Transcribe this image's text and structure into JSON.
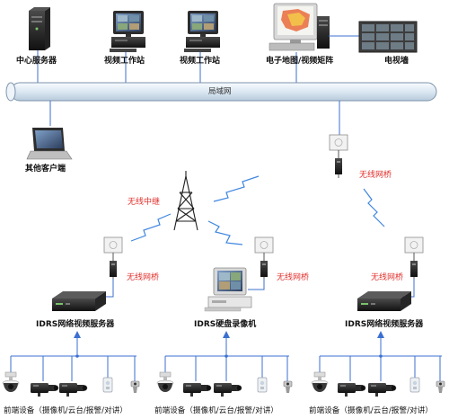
{
  "labels": {
    "center_server": "中心服务器",
    "video_workstation_1": "视频工作站",
    "video_workstation_2": "视频工作站",
    "emap_matrix": "电子地图/视频矩阵",
    "video_wall": "电视墙",
    "lan": "局域网",
    "other_client": "其他客户端",
    "wireless_relay": "无线中继",
    "wireless_bridge_top": "无线网桥",
    "wireless_bridge_left": "无线网桥",
    "wireless_bridge_mid": "无线网桥",
    "wireless_bridge_right": "无线网桥",
    "server_left": "IDRS网络视频服务器",
    "dvr_mid": "IDRS硬盘录像机",
    "server_right": "IDRS网络视频服务器",
    "front_left": "前端设备（摄像机/云台/报警/对讲）",
    "front_mid": "前端设备（摄像机/云台/报警/对讲）",
    "front_right": "前端设备（摄像机/云台/报警/对讲）"
  },
  "colors": {
    "accent_red": "#e0302c",
    "link_blue": "#3b6fd1",
    "lan_tube": "#e6f0f8",
    "wireless_wave": "#3f86e0"
  },
  "icons": [
    "tower-server-icon",
    "workstation-icon",
    "map-workstation-icon",
    "video-wall-icon",
    "laptop-icon",
    "radio-tower-icon",
    "wireless-bridge-icon",
    "video-server-icon",
    "dvr-icon",
    "dome-camera-icon",
    "box-camera-icon",
    "alarm-panel-icon",
    "intercom-icon"
  ]
}
